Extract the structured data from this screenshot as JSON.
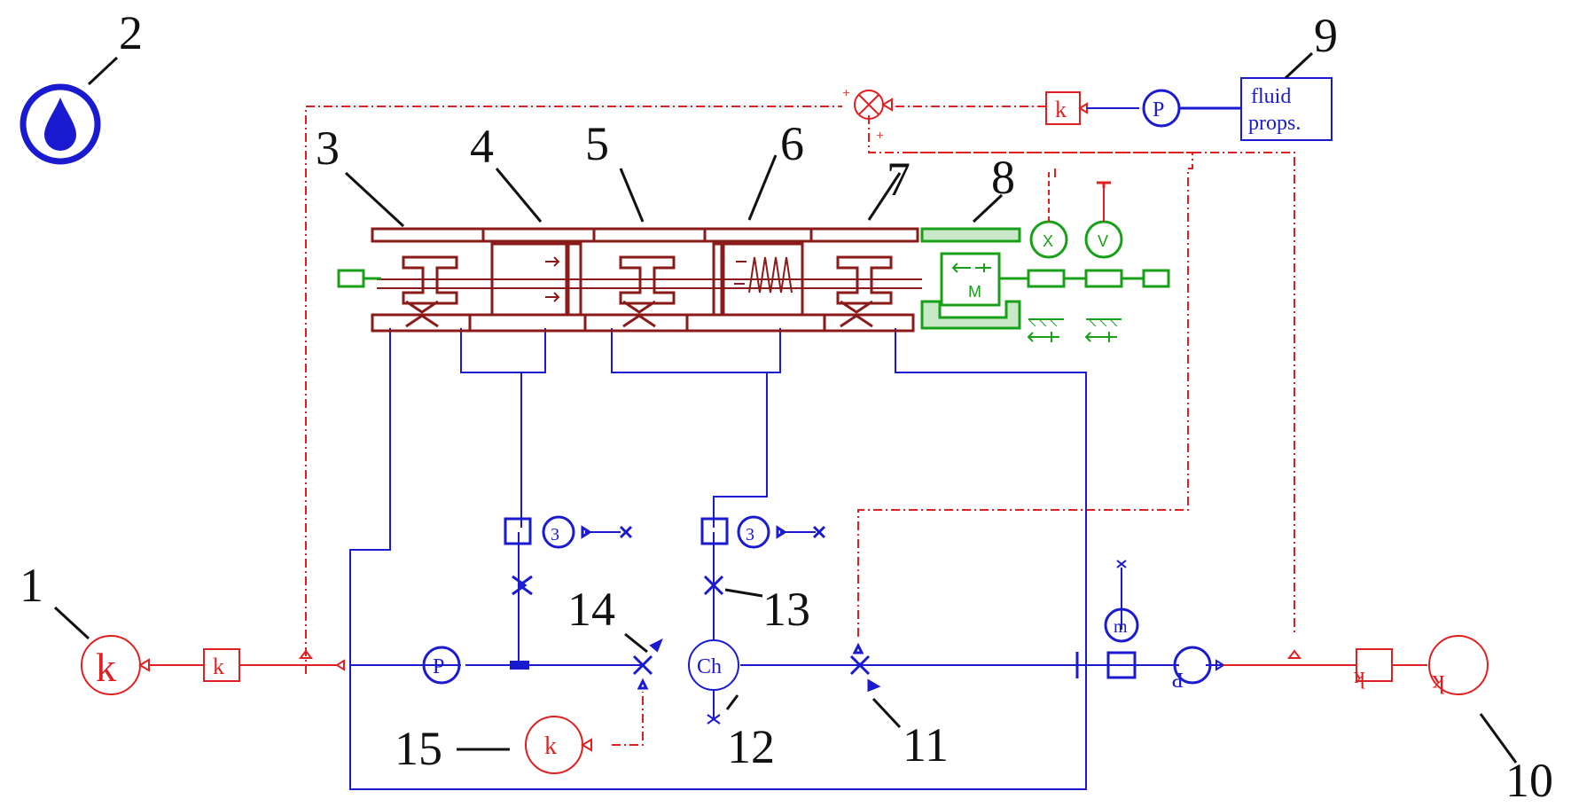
{
  "callouts": [
    "1",
    "2",
    "3",
    "4",
    "5",
    "6",
    "7",
    "8",
    "9",
    "10",
    "11",
    "12",
    "13",
    "14",
    "15"
  ],
  "blocks": {
    "gain": "k",
    "pressure": "P",
    "chamber": "Ch",
    "mass": "M",
    "fluid_props_line1": "fluid",
    "fluid_props_line2": "props.",
    "position_sensor": "X",
    "velocity_sensor": "V",
    "mass_flow": "m",
    "pressure_mirrored": "P"
  },
  "colors": {
    "signal": "#e02020",
    "hydraulic": "#1a1ad0",
    "mechanical": "#8b1a1a",
    "load": "#18a018",
    "callout": "#111111"
  },
  "icons": [
    "water-drop-icon",
    "summing-junction-icon",
    "orifice-icon",
    "flow-source-icon",
    "spring-icon"
  ]
}
